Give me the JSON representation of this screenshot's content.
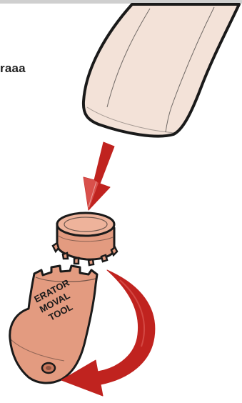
{
  "caption": {
    "text": "raaa"
  },
  "tool": {
    "lines": [
      "ERATOR",
      "MOVAL",
      "TOOL"
    ]
  },
  "icons": {
    "faucet": "faucet-spout-icon",
    "down_arrow": "down-arrow-icon",
    "aerator": "aerator-icon",
    "tool": "aerator-removal-tool-icon",
    "rotate_arrow": "rotate-arrow-icon"
  },
  "colors": {
    "arrow_red": "#c0231f",
    "spout_fill": "#f3e2d8",
    "copper_fill": "#e39b80",
    "copper_dark": "#c9785d",
    "outline": "#1a1a1a"
  }
}
